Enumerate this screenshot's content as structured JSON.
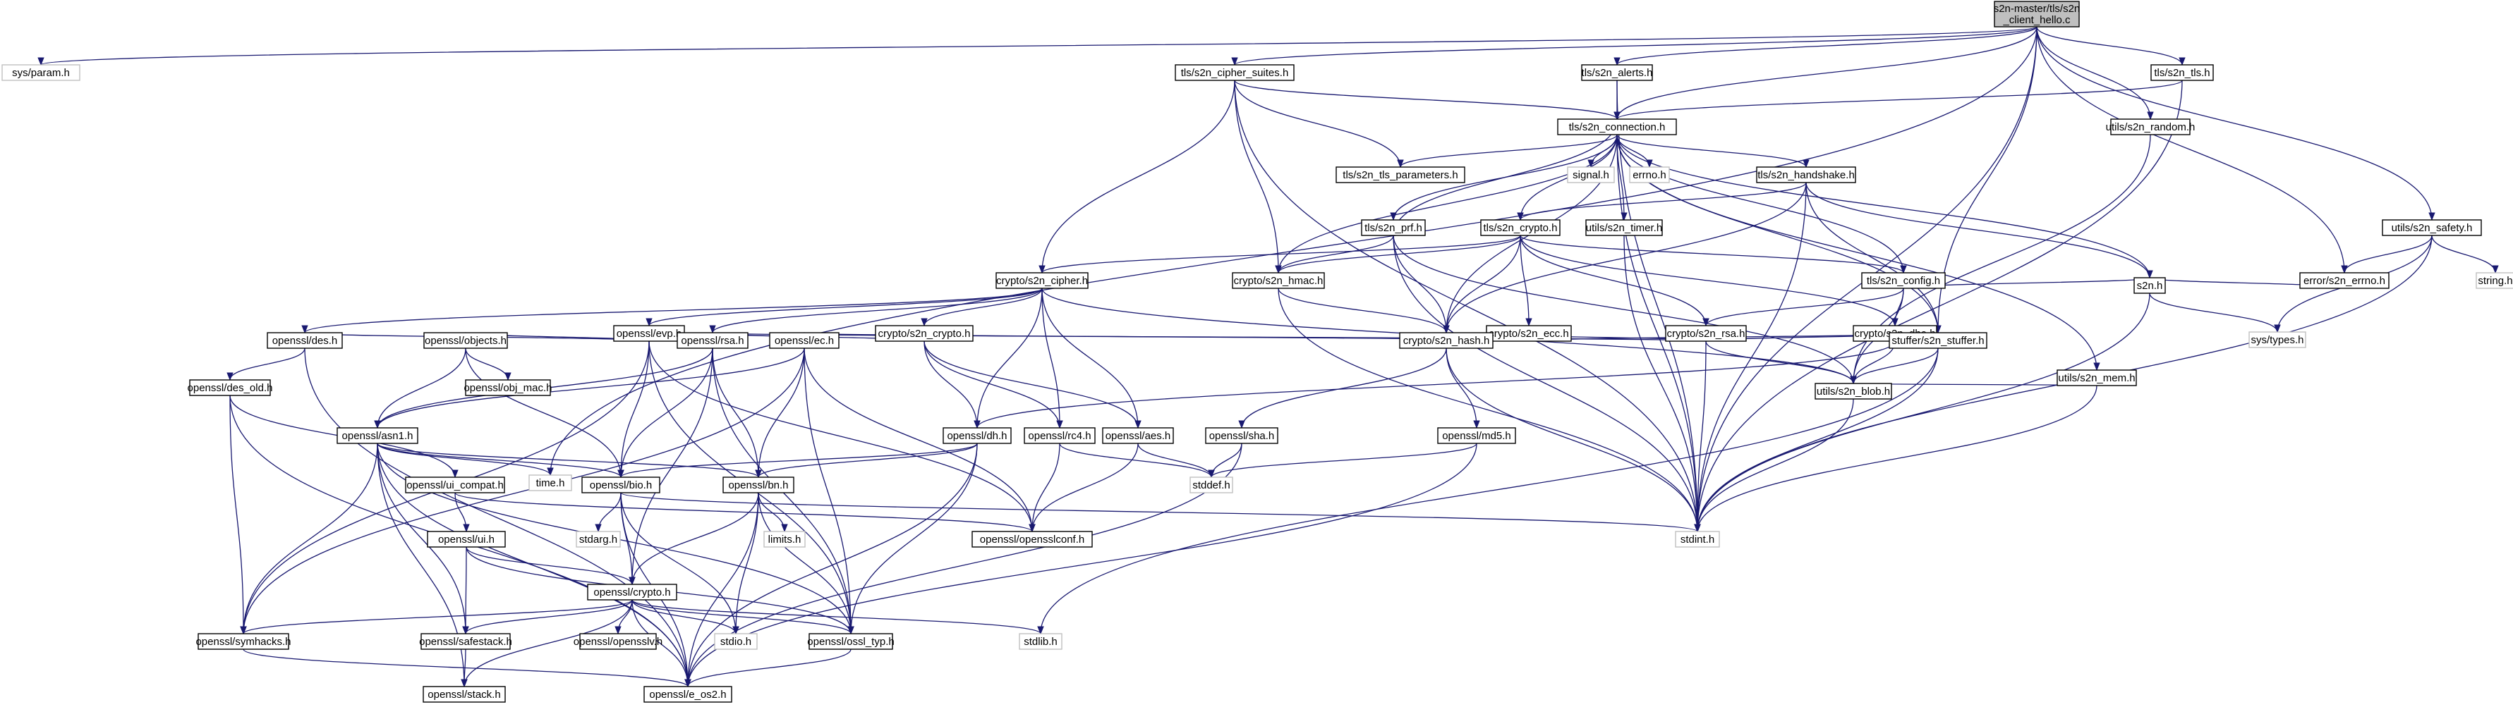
{
  "root": {
    "line1": "s2n-master/tls/s2n",
    "line2": "_client_hello.c"
  },
  "colors": {
    "edge": "#191970",
    "node_border": "#000000",
    "external_border": "#c0c0c0",
    "root_fill": "#bfbfbf",
    "node_fill": "#ffffff"
  },
  "nodes": {
    "sys_param": "sys/param.h",
    "time": "time.h",
    "cipher_suites": "tls/s2n_cipher_suites.h",
    "alerts": "tls/s2n_alerts.h",
    "tls_tls": "tls/s2n_tls.h",
    "connection": "tls/s2n_connection.h",
    "random": "utils/s2n_random.h",
    "tls_params": "tls/s2n_tls_parameters.h",
    "signal": "signal.h",
    "errno": "errno.h",
    "handshake": "tls/s2n_handshake.h",
    "safety": "utils/s2n_safety.h",
    "prf": "tls/s2n_prf.h",
    "crypto": "tls/s2n_crypto.h",
    "timer": "utils/s2n_timer.h",
    "hmac": "crypto/s2n_hmac.h",
    "config": "tls/s2n_config.h",
    "error_errno": "error/s2n_errno.h",
    "string": "string.h",
    "cipher": "crypto/s2n_cipher.h",
    "s2n": "s2n.h",
    "evp": "openssl/evp.h",
    "crypto_crypto": "crypto/s2n_crypto.h",
    "ecc": "crypto/s2n_ecc.h",
    "rsa": "crypto/s2n_rsa.h",
    "dhe": "crypto/s2n_dhe.h",
    "sys_types": "sys/types.h",
    "des": "openssl/des.h",
    "objects": "openssl/objects.h",
    "ossl_rsa": "openssl/rsa.h",
    "ec": "openssl/ec.h",
    "hash": "crypto/s2n_hash.h",
    "stuffer": "stuffer/s2n_stuffer.h",
    "mem": "utils/s2n_mem.h",
    "des_old": "openssl/des_old.h",
    "obj_mac": "openssl/obj_mac.h",
    "asn1": "openssl/asn1.h",
    "dh": "openssl/dh.h",
    "rc4": "openssl/rc4.h",
    "aes": "openssl/aes.h",
    "sha": "openssl/sha.h",
    "md5": "openssl/md5.h",
    "blob": "utils/s2n_blob.h",
    "ui_compat": "openssl/ui_compat.h",
    "bio": "openssl/bio.h",
    "bn": "openssl/bn.h",
    "stddef": "stddef.h",
    "stdint": "stdint.h",
    "opensslconf": "openssl/opensslconf.h",
    "ui": "openssl/ui.h",
    "stdarg": "stdarg.h",
    "limits": "limits.h",
    "ossl_crypto": "openssl/crypto.h",
    "symhacks": "openssl/symhacks.h",
    "safestack": "openssl/safestack.h",
    "opensslv": "openssl/opensslv.h",
    "stdio": "stdio.h",
    "ossl_typ": "openssl/ossl_typ.h",
    "stdlib": "stdlib.h",
    "stack": "openssl/stack.h",
    "e_os2": "openssl/e_os2.h"
  }
}
